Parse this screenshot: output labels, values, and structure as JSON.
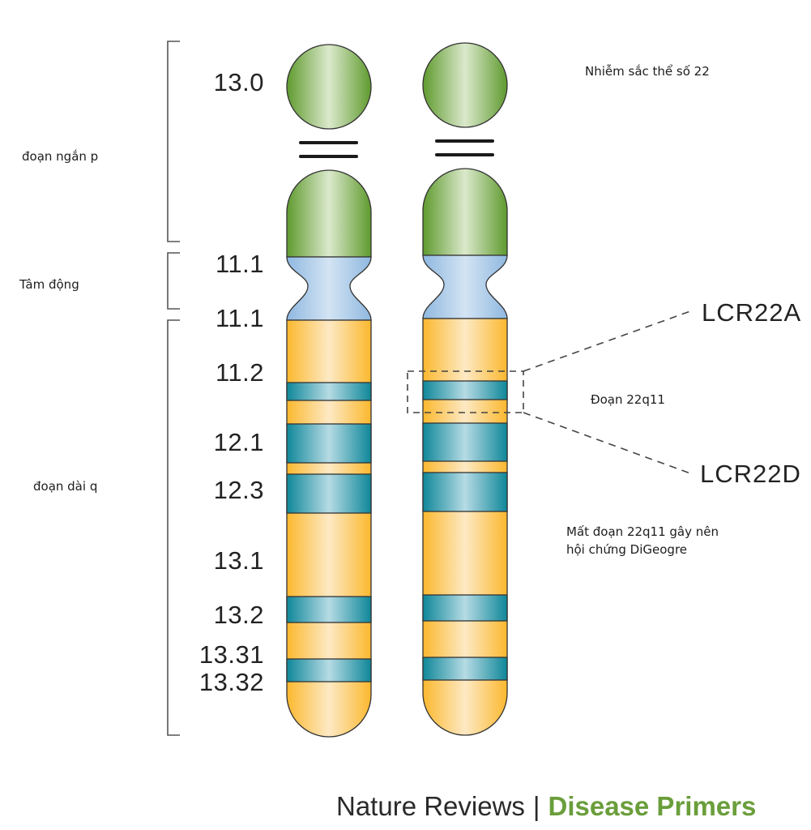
{
  "title": "Nhiễm sắc thể số 22",
  "regions": {
    "p_arm": "đoạn ngắn p",
    "centromere": "Tâm động",
    "q_arm": "đoạn dài q"
  },
  "band_labels": [
    "13.0",
    "11.1",
    "11.1",
    "11.2",
    "12.1",
    "12.3",
    "13.1",
    "13.2",
    "13.31",
    "13.32"
  ],
  "markers": {
    "lcr_a": "LCR22A",
    "lcr_d": "LCR22D",
    "segment": "Đoạn 22q11"
  },
  "deletion_note": [
    "Mất đoạn 22q11 gây nên",
    "hội chứng DiGeogre"
  ],
  "chromosomes": [
    {
      "name": "chromosome-22-normal",
      "has_deletion_box": false
    },
    {
      "name": "chromosome-22-highlighted",
      "has_deletion_box": true
    }
  ],
  "colors": {
    "p_arm": "#6b9e3c",
    "centromere": "#a9c9e6",
    "q_arm": "#fbbd3f",
    "dark_band": "#1e8ea0",
    "footer_brand": "#6a9e3b"
  },
  "footer": {
    "publisher": "Nature Reviews",
    "separator": "|",
    "series": "Disease Primers"
  }
}
